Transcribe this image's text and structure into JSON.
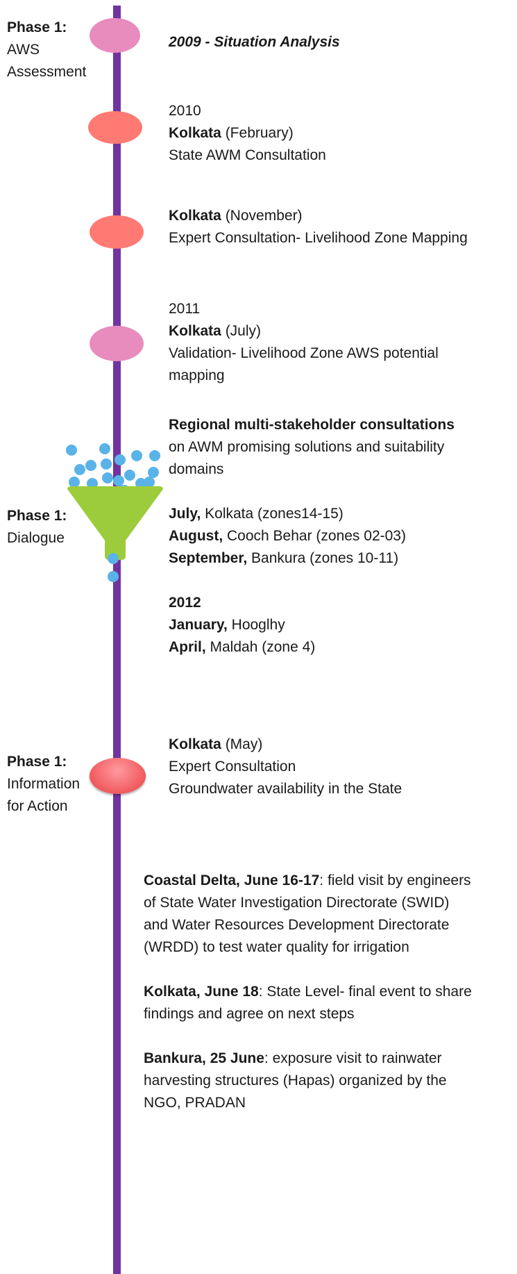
{
  "colors": {
    "timeline": "#7033a0",
    "pink_marker": "#e88bbd",
    "salmon_marker": "#ff7a73",
    "red_marker": "#f05a5e",
    "funnel": "#9ccc3c",
    "drops": "#5ab3e8"
  },
  "phases": [
    {
      "bold": "Phase 1:",
      "lines": [
        "AWS",
        "Assessment"
      ]
    },
    {
      "bold": "Phase 1:",
      "lines": [
        "Dialogue"
      ]
    },
    {
      "bold": "Phase 1:",
      "lines": [
        "Information",
        "for Action"
      ]
    }
  ],
  "events": {
    "e1": {
      "title": "2009 - Situation Analysis"
    },
    "e2": {
      "year": "2010",
      "city": "Kolkata",
      "month": " (February)",
      "desc": "State AWM Consultation"
    },
    "e3": {
      "city": "Kolkata",
      "month": " (November)",
      "desc": "Expert Consultation- Livelihood Zone Mapping"
    },
    "e4": {
      "year": "2011",
      "city": "Kolkata",
      "month": " (July)",
      "desc1": "Validation- Livelihood Zone AWS potential",
      "desc2": "mapping"
    },
    "e5": {
      "heading": "Regional multi-stakeholder consultations",
      "sub1": "on AWM promising solutions and suitability",
      "sub2": "domains",
      "items": [
        {
          "b": "July,",
          "t": " Kolkata (zones14-15)"
        },
        {
          "b": "August,",
          "t": " Cooch Behar (zones 02-03)"
        },
        {
          "b": "September,",
          "t": " Bankura (zones 10-11)"
        }
      ],
      "year2": "2012",
      "items2": [
        {
          "b": "January,",
          "t": " Hooglhy"
        },
        {
          "b": "April,",
          "t": " Maldah (zone 4)"
        }
      ]
    },
    "e6": {
      "city": "Kolkata",
      "month": " (May)",
      "desc1": "Expert Consultation",
      "desc2": "Groundwater availability in the State"
    },
    "e7": [
      {
        "b": "Coastal Delta, June 16-17",
        "lines": [
          ": field visit by engineers",
          "of State Water Investigation Directorate (SWID)",
          "and Water Resources Development Directorate",
          "(WRDD) to test water quality for irrigation"
        ]
      },
      {
        "b": "Kolkata, June 18",
        "lines": [
          ": State Level- final event to share",
          "findings and agree on next steps"
        ]
      },
      {
        "b": "Bankura, 25 June",
        "lines": [
          ": exposure visit  to rainwater",
          "harvesting structures (Hapas) organized by the",
          "NGO, PRADAN"
        ]
      }
    ]
  }
}
